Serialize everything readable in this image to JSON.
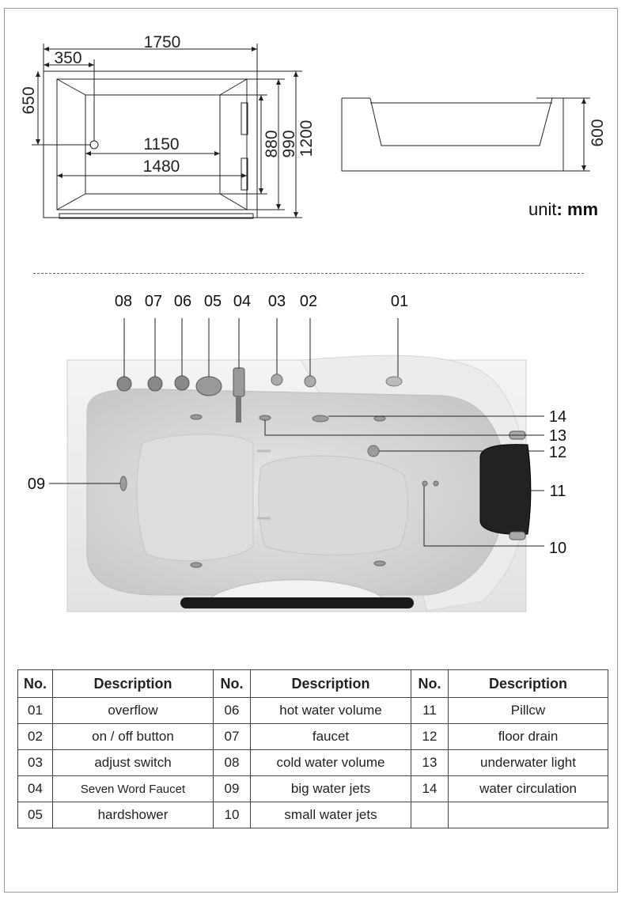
{
  "dims": {
    "width_total": "1750",
    "offset": "350",
    "height_left": "650",
    "inner_length": "1150",
    "mid_length": "1480",
    "inner_width": "880",
    "mid_width": "990",
    "total_width": "1200",
    "depth": "600"
  },
  "unit": {
    "label": "unit",
    "sep": ":",
    "value": "mm"
  },
  "callouts": {
    "c01": "01",
    "c02": "02",
    "c03": "03",
    "c04": "04",
    "c05": "05",
    "c06": "06",
    "c07": "07",
    "c08": "08",
    "c09": "09",
    "c10": "10",
    "c11": "11",
    "c12": "12",
    "c13": "13",
    "c14": "14"
  },
  "table": {
    "headers": [
      "No.",
      "Description",
      "No.",
      "Description",
      "No.",
      "Description"
    ],
    "rows": [
      [
        {
          "no": "01",
          "desc": "overflow"
        },
        {
          "no": "06",
          "desc": "hot water volume"
        },
        {
          "no": "11",
          "desc": "Pillcw"
        }
      ],
      [
        {
          "no": "02",
          "desc": "on / off button"
        },
        {
          "no": "07",
          "desc": "faucet"
        },
        {
          "no": "12",
          "desc": "floor drain"
        }
      ],
      [
        {
          "no": "03",
          "desc": "adjust switch"
        },
        {
          "no": "08",
          "desc": "cold water volume"
        },
        {
          "no": "13",
          "desc": "underwater light"
        }
      ],
      [
        {
          "no": "04",
          "desc": "Seven Word Faucet"
        },
        {
          "no": "09",
          "desc": "big water jets"
        },
        {
          "no": "14",
          "desc": "water circulation"
        }
      ],
      [
        {
          "no": "05",
          "desc": "hardshower"
        },
        {
          "no": "10",
          "desc": "small water jets"
        },
        {
          "no": "",
          "desc": ""
        }
      ]
    ]
  }
}
